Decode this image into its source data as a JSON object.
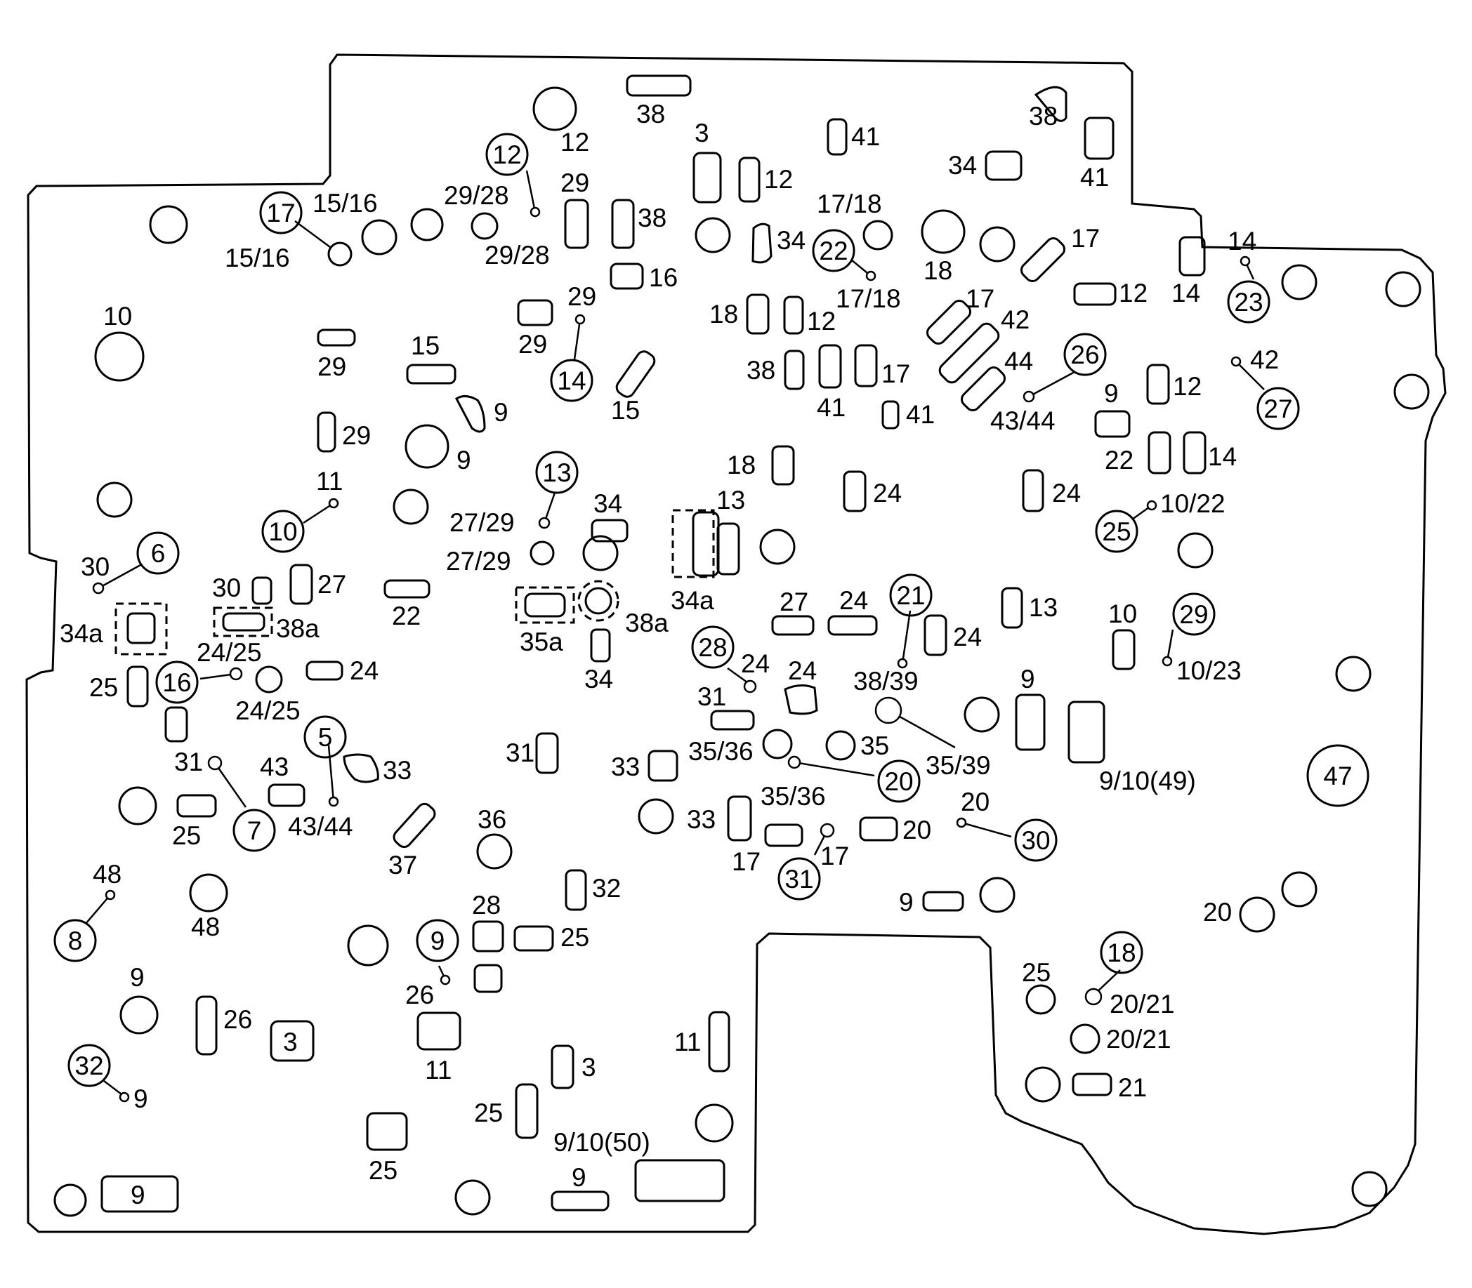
{
  "labels": {
    "l38a": "38",
    "l12a": "12",
    "l3a": "3",
    "l41a": "41",
    "l38b": "38",
    "l34a": "34",
    "l41b": "41",
    "l12b": "12",
    "l29a": "29",
    "l38c": "38",
    "l34b": "34",
    "l17_18a": "17/18",
    "l15_16a": "15/16",
    "l29_28a": "29/28",
    "l29_28b": "29/28",
    "l15_16b": "15/16",
    "l18a": "18",
    "l17a": "17",
    "l14a": "14",
    "l16a": "16",
    "l12c": "12",
    "l14b": "14",
    "l17_18b": "17/18",
    "l10a": "10",
    "l29b": "29",
    "l29c": "29",
    "l17b": "17",
    "l18b": "18",
    "l12d": "12",
    "l42a": "42",
    "l15a": "15",
    "l29d": "29",
    "l38d": "38",
    "l17c": "17",
    "l44a": "44",
    "l42b": "42",
    "l41c": "41",
    "l9a": "9",
    "l15b": "15",
    "l41d": "41",
    "l12e": "12",
    "l43_44a": "43/44",
    "l29e": "29",
    "l9b": "9",
    "l18c": "18",
    "l9c": "9",
    "l22a": "22",
    "l14c": "14",
    "l11a": "11",
    "l13a": "13",
    "l24a": "24",
    "l24b": "24",
    "l10_22": "10/22",
    "l27_29a": "27/29",
    "l34c": "34",
    "l30a": "30",
    "l27_29b": "27/29",
    "l34a_1": "34a",
    "l30b": "30",
    "l27a": "27",
    "l22b": "22",
    "l27b": "27",
    "l24c": "24",
    "l13b": "13",
    "l10b": "10",
    "l34a_2": "34a",
    "l38a_1": "38a",
    "l38a_2": "38a",
    "l24d": "24",
    "l35a": "35a",
    "l24_25a": "24/25",
    "l34d": "34",
    "l24e": "24",
    "l24f": "24",
    "l38_39": "38/39",
    "l10_23": "10/23",
    "l25a": "25",
    "l24_25b": "24/25",
    "l24g": "24",
    "l31a": "31",
    "l9d": "9",
    "l35_36a": "35/36",
    "l35a2": "35",
    "l31b": "31",
    "l31c": "31",
    "l43a": "43",
    "l33a": "33",
    "l33b": "33",
    "l35_39": "35/39",
    "l9_10_49": "9/10(49)",
    "l25b": "25",
    "l43_44b": "43/44",
    "l35_36b": "35/36",
    "l36": "36",
    "l33c": "33",
    "l20a": "20",
    "l20b": "20",
    "l17d": "17",
    "l17e": "17",
    "l37": "37",
    "l48a": "48",
    "l32": "32",
    "l48b": "48",
    "l9e": "9",
    "l20c": "20",
    "l28": "28",
    "l25c": "25",
    "l9f": "9",
    "l25d": "25",
    "l26a": "26",
    "l20_21a": "20/21",
    "l26b": "26",
    "l11b": "11",
    "l20_21b": "20/21",
    "l11c": "11",
    "l3b": "3",
    "l3c": "3",
    "l9g": "9",
    "l21": "21",
    "l25e": "25",
    "l9_10_50": "9/10(50)",
    "l25f": "25",
    "l9h": "9",
    "l9i": "9"
  },
  "callouts": {
    "c12": "12",
    "c17": "17",
    "c22": "22",
    "c14": "14",
    "c23": "23",
    "c26": "26",
    "c27": "27",
    "c13": "13",
    "c10": "10",
    "c25": "25",
    "c6": "6",
    "c21": "21",
    "c29": "29",
    "c28": "28",
    "c16": "16",
    "c5": "5",
    "c20": "20",
    "c47": "47",
    "c7": "7",
    "c30": "30",
    "c31": "31",
    "c8": "8",
    "c18": "18",
    "c9": "9",
    "c32": "32"
  }
}
